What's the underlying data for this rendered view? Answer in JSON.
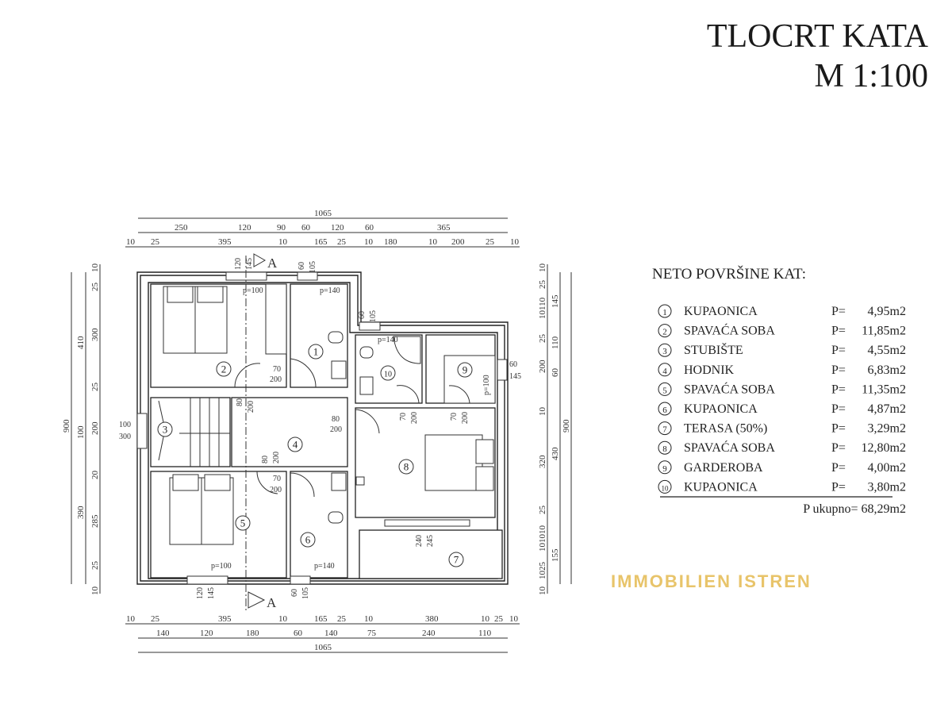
{
  "header": {
    "title": "TLOCRT KATA",
    "scale": "M 1:100"
  },
  "watermark": {
    "text": "IMMOBILIEN ISTREN",
    "color": "#e8c46a"
  },
  "legend": {
    "title": "NETO POVRŠINE KAT:",
    "rooms": [
      {
        "num": "1",
        "name": "KUPAONICA",
        "p": "P=",
        "area": "4,95m2"
      },
      {
        "num": "2",
        "name": "SPAVAĆA SOBA",
        "p": "P=",
        "area": "11,85m2"
      },
      {
        "num": "3",
        "name": "STUBIŠTE",
        "p": "P=",
        "area": "4,55m2"
      },
      {
        "num": "4",
        "name": "HODNIK",
        "p": "P=",
        "area": "6,83m2"
      },
      {
        "num": "5",
        "name": "SPAVAĆA SOBA",
        "p": "P=",
        "area": "11,35m2"
      },
      {
        "num": "6",
        "name": "KUPAONICA",
        "p": "P=",
        "area": "4,87m2"
      },
      {
        "num": "7",
        "name": "TERASA (50%)",
        "p": "P=",
        "area": "3,29m2"
      },
      {
        "num": "8",
        "name": "SPAVAĆA SOBA",
        "p": "P=",
        "area": "12,80m2"
      },
      {
        "num": "9",
        "name": "GARDEROBA",
        "p": "P=",
        "area": "4,00m2"
      },
      {
        "num": "10",
        "name": "KUPAONICA",
        "p": "P=",
        "area": "3,80m2"
      }
    ],
    "total": "P ukupno= 68,29m2"
  },
  "dims": {
    "top_total": "1065",
    "top_row2": [
      "250",
      "120",
      "90",
      "60",
      "120",
      "60",
      "365"
    ],
    "top_row3": [
      "10",
      "25",
      "395",
      "10",
      "165",
      "25",
      "10",
      "180",
      "10",
      "200",
      "25",
      "10"
    ],
    "bottom_row1": [
      "10",
      "25",
      "395",
      "10",
      "165",
      "25",
      "10",
      "380",
      "10",
      "25",
      "10"
    ],
    "bottom_row2": [
      "140",
      "120",
      "180",
      "60",
      "140",
      "75",
      "240",
      "110"
    ],
    "bottom_total": "1065",
    "left_total": "900",
    "left_row2": [
      "410",
      "100",
      "390"
    ],
    "left_row3": [
      "10",
      "25",
      "300",
      "25",
      "200",
      "20",
      "285",
      "25",
      "10"
    ],
    "right_row1": [
      "10",
      "25",
      "10110",
      "25",
      "200",
      "10",
      "320",
      "25",
      "101010",
      "1025",
      "10"
    ],
    "right_row2": [
      "145",
      "110",
      "60",
      "430",
      "155"
    ],
    "right_total": "900"
  },
  "openings": {
    "win_top_left": "p=100",
    "win_top_bath": "p=140",
    "win_bath10": "p=140",
    "win_bot_left": "p=100",
    "win_bot_bath": "p=140",
    "win_9": "p=100",
    "d1": "70",
    "d1b": "200",
    "d2": "80",
    "d2b": "200",
    "d3": "80",
    "d3b": "200",
    "d4": "80",
    "d4b": "200",
    "d5": "70",
    "d5b": "200",
    "d6": "70",
    "d6b": "200",
    "d7": "70",
    "d7b": "200",
    "w_top1": "120",
    "w_top1b": "145",
    "w_top2": "60",
    "w_top2b": "105",
    "w_10": "60",
    "w_10b": "105",
    "w_bot1": "120",
    "w_bot1b": "145",
    "w_bot2": "60",
    "w_bot2b": "105",
    "w_left": "100",
    "w_leftb": "300",
    "w_right": "60",
    "w_rightb": "145",
    "w_terr": "240",
    "w_terrb": "245",
    "section": "A"
  }
}
